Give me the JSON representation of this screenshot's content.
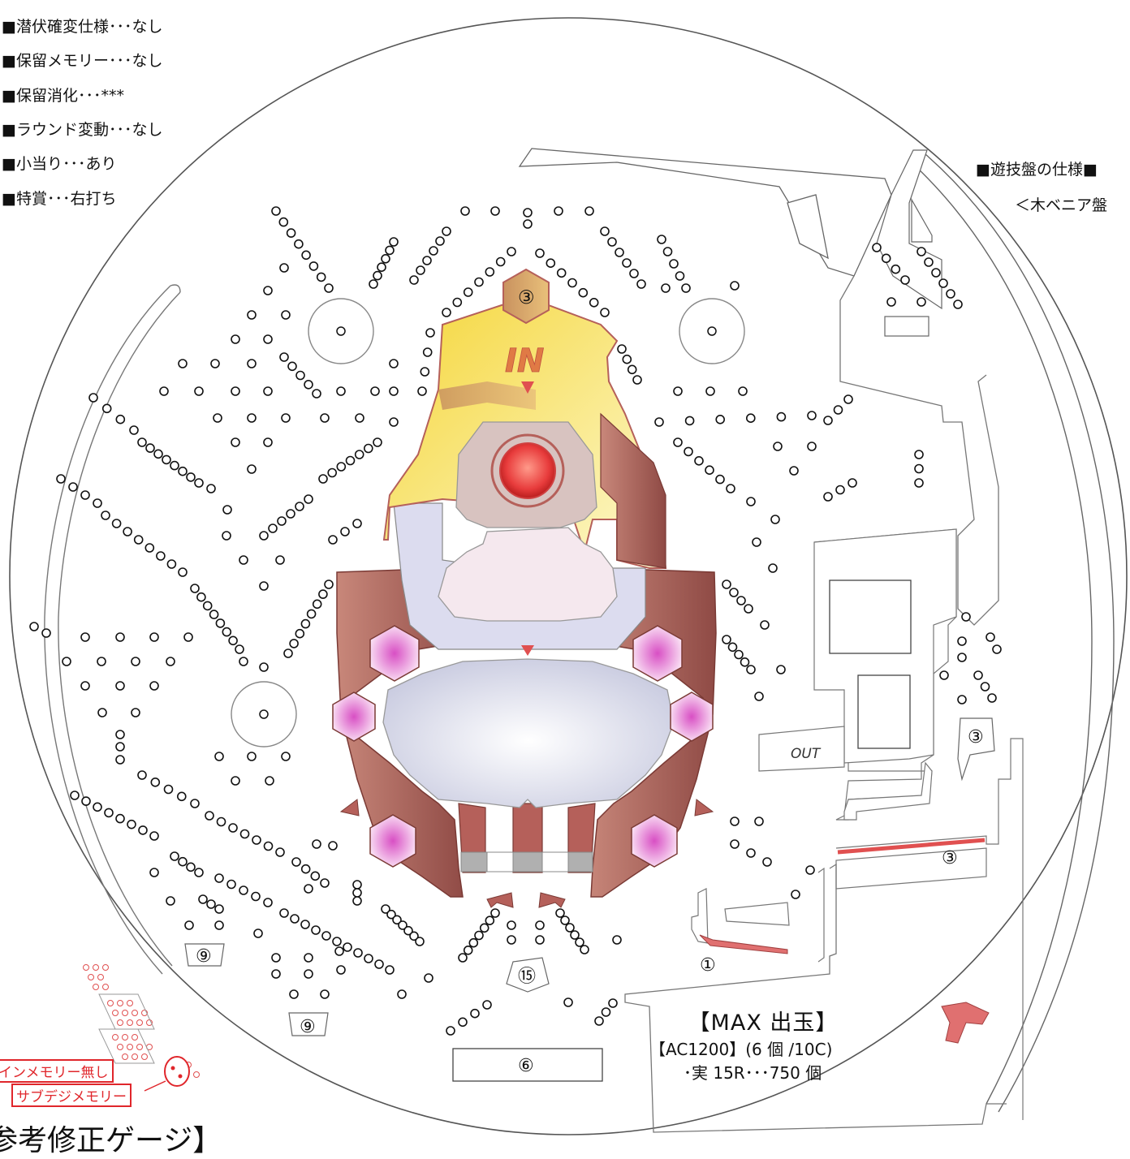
{
  "specs": {
    "items": [
      "■潜伏確変仕様･･･なし",
      "■保留メモリー･･･なし",
      "■保留消化･･･***",
      "■ラウンド変動･･･なし",
      "■小当り･･･あり",
      "■特賞･･･右打ち"
    ]
  },
  "board_spec": {
    "heading": "■遊技盤の仕様■",
    "material": "＜木ベニア盤"
  },
  "center": {
    "in_label": "IN",
    "top_pocket": "③",
    "bottom_pocket": "⑮",
    "bottom_box": "⑥"
  },
  "left": {
    "pocket_a": "⑨",
    "pocket_b": "⑨"
  },
  "right": {
    "out_label": "OUT",
    "pocket_upper": "③",
    "pocket_mid": "③",
    "pocket_lower": "①"
  },
  "max_output": {
    "title": "【MAX 出玉】",
    "line1": "【AC1200】(6 個 /10C)",
    "line2": "･実 15R･･･750 個"
  },
  "memory": {
    "main_label": "インメモリー無し",
    "sub_label": "サブデジメモリー"
  },
  "footer_title": "参考修正ゲージ】",
  "colors": {
    "yellow_gate": "#f7e34a",
    "maroon": "#b5605a",
    "pink_hex": "#e078c8",
    "red_accent": "#e05050",
    "memory_red": "#e0262b"
  }
}
